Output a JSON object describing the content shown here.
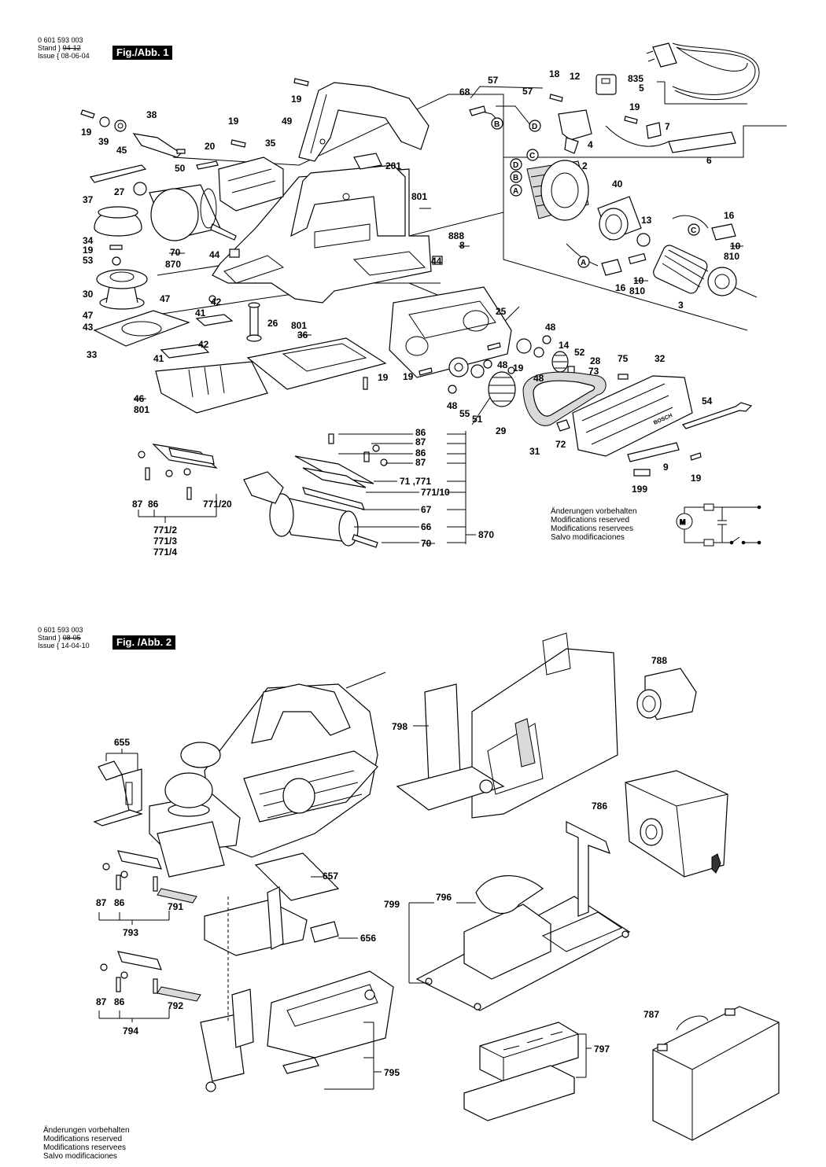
{
  "fig1": {
    "doc_number": "0 601 593 003",
    "stand_label": "Stand",
    "stand_value": "94-12",
    "issue_label": "Issue",
    "issue_value": "08-06-04",
    "fig_label": "Fig./Abb. 1",
    "circled_letters": [
      "A",
      "B",
      "C",
      "D"
    ]
  },
  "fig2": {
    "doc_number": "0 601 593 003",
    "stand_label": "Stand",
    "stand_value": "08-05",
    "issue_label": "Issue",
    "issue_value": "14-04-10",
    "fig_label": "Fig. /Abb. 2"
  },
  "notes": [
    "Änderungen vorbehalten",
    "Modifications reserved",
    "Modifications reservees",
    "Salvo modificaciones"
  ],
  "labels": {
    "p835": "835",
    "p5": "5",
    "p870": "870",
    "p771_2": "771/2",
    "p771_3": "771/3",
    "p771_4": "771/4",
    "p71_771": "71 ,771",
    "p771_10": "771/10",
    "p771_20": "771/20",
    "p810": "810",
    "p888": "888",
    "p801": "801",
    "p46": "46",
    "p70": "70",
    "p36": "36",
    "p10": "10",
    "p8": "8",
    "brand": "BOSCH"
  }
}
